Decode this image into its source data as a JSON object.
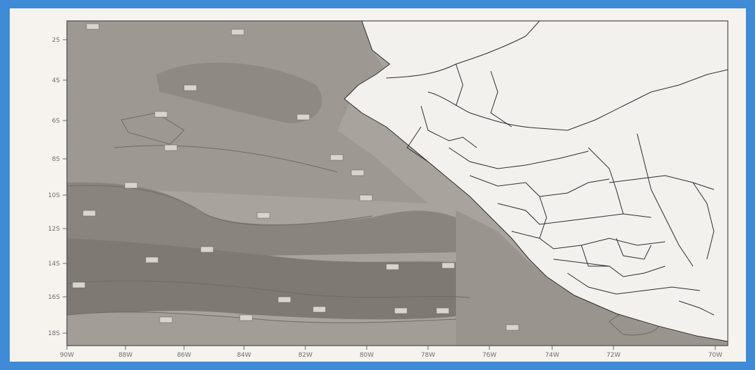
{
  "map": {
    "lat_labels": [
      "2S",
      "4S",
      "6S",
      "8S",
      "10S",
      "12S",
      "14S",
      "16S",
      "18S"
    ],
    "lon_labels": [
      "90W",
      "88W",
      "86W",
      "84W",
      "82W",
      "80W",
      "78W",
      "76W",
      "74W",
      "72W",
      "70W"
    ],
    "colors": {
      "frame": "#3f8bd6",
      "page": "#f6f3ef",
      "land": "#f3f1ee",
      "ocean_light": "#a9a39d",
      "ocean_mid": "#918b85",
      "ocean_dark": "#7f7973",
      "border_lines": "#2c2c2c"
    }
  }
}
